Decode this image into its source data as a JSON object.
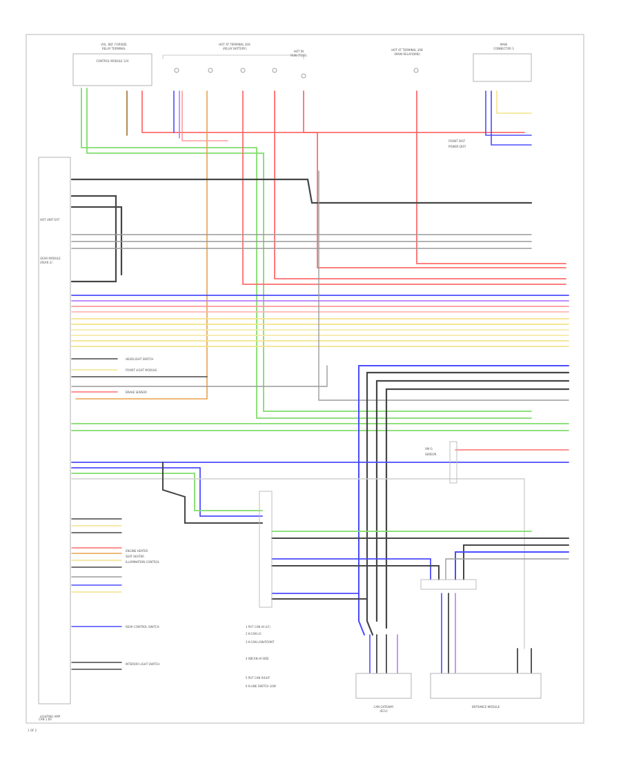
{
  "labels": {
    "top_boxes": {
      "box1_line1": "VOL. BEF. FORSIDE",
      "box1_line2": "RELAY TERMINAL",
      "box1_inner": "CONTROL MODULE 12V",
      "group1_line1": "HOT AT TERMINAL 30A",
      "group1_line2": "(RELAY BATTERY)",
      "group2_line1": "HOT IN",
      "group2_line2": "RUN (T15R)",
      "group3_line1": "HOT AT TERMINAL 30B",
      "group3_line2": "(MAIN RELAY/DME)",
      "box2_line1": "MAIN",
      "box2_line2": "CONNECTOR 3"
    },
    "left_module": {
      "title_a": "HOT UNIT EXT",
      "title_b": "GEAR MODULE",
      "title_c": "(REAR 2)",
      "footer": "LIGHTING AMP"
    },
    "right_side": {
      "right_label_1": "FRONT DIST",
      "right_label_2": "POWER DIST",
      "x_line1": "XM-G",
      "x_line2": "SENSOR"
    },
    "bottom": {
      "legend": [
        "1  PUT CAN HI (LF)",
        "2  K-CAN LO",
        "3  K-CAN LOW/FRONT",
        "4  KBCAN HI SIDE",
        "5  PUT CAN RIGHT",
        "6  K-LINE SWITCH LOW"
      ],
      "module1": "CAN GATEWAY",
      "module1_sub": "(ECU)",
      "module2": "ENTRANCE MODULE",
      "footer_left": "CAN 1.6V",
      "sheet": "1 OF 2"
    },
    "ground_labels": {
      "g1": "HEADLIGHT SWITCH",
      "g2": "FRONT LIGHT MODULE",
      "g3": "BRAKE SENSOR",
      "g4": "ENGINE HEATER",
      "g5": "SEAT HEATER",
      "g6": "ILLUMINATION CONTROL",
      "g7": "REAR CONTROL SWITCH",
      "g8": "INTERIOR LIGHT SWITCH"
    }
  },
  "wire_colors": {
    "red": "#ff6b6b",
    "pink": "#ff9a9a",
    "blue": "#4a4aff",
    "violet": "#b57bff",
    "yellow": "#f2e28a",
    "green": "#7fdc6a",
    "black": "#444444",
    "gray": "#9a9a9a",
    "orange": "#e8a04a",
    "brown": "#a06a2a"
  }
}
